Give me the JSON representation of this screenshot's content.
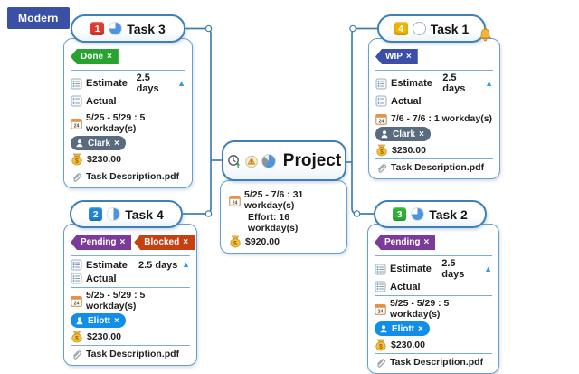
{
  "theme_badge": "Modern",
  "glyphs": {
    "close": "×",
    "collapse": "▲"
  },
  "colors": {
    "theme_badge_bg": "#3a50a5",
    "node_border": "#3f7fb6",
    "connector": "#3f7fb6",
    "pie_fill": "#4e94e0",
    "separator": "#79aed9"
  },
  "project": {
    "title": "Project",
    "icons": [
      "clock-status-icon",
      "cost-alert-icon",
      "progress-pie-icon"
    ],
    "date_range": "5/25 - 7/6 : 31 workday(s)",
    "effort": "Effort: 16 workday(s)",
    "cost": "$920.00"
  },
  "tasks": [
    {
      "title": "Task 3",
      "priority": "1",
      "priority_color": "#df3a2d",
      "progress_percent": 75,
      "tags": [
        {
          "label": "Done",
          "color": "#27a42f"
        }
      ],
      "estimate_label": "Estimate",
      "estimate_value": "2.5 days",
      "actual_label": "Actual",
      "dates": "5/25 - 5/29 : 5 workday(s)",
      "assignee": {
        "name": "Clark",
        "color": "#5a6b80"
      },
      "cost": "$230.00",
      "attachment": "Task Description.pdf"
    },
    {
      "title": "Task 1",
      "priority": "4",
      "priority_color": "#f0b400",
      "progress_percent": 0,
      "reminder_icon": "bell",
      "tags": [
        {
          "label": "WIP",
          "color": "#3b4fa8"
        }
      ],
      "estimate_label": "Estimate",
      "estimate_value": "2.5 days",
      "actual_label": "Actual",
      "dates": "7/6 - 7/6 : 1 workday(s)",
      "assignee": {
        "name": "Clark",
        "color": "#5a6b80"
      },
      "cost": "$230.00",
      "attachment": "Task Description.pdf"
    },
    {
      "title": "Task 4",
      "priority": "2",
      "priority_color": "#1f86d8",
      "progress_percent": 50,
      "tags": [
        {
          "label": "Pending",
          "color": "#7c3b99"
        },
        {
          "label": "Blocked",
          "color": "#c64012"
        }
      ],
      "estimate_label": "Estimate",
      "estimate_value": "2.5 days",
      "actual_label": "Actual",
      "dates": "5/25 - 5/29 : 5 workday(s)",
      "assignee": {
        "name": "Eliott",
        "color": "#108ee9"
      },
      "cost": "$230.00",
      "attachment": "Task Description.pdf"
    },
    {
      "title": "Task 2",
      "priority": "3",
      "priority_color": "#2eb135",
      "progress_percent": 75,
      "tags": [
        {
          "label": "Pending",
          "color": "#7c3b99"
        }
      ],
      "estimate_label": "Estimate",
      "estimate_value": "2.5 days",
      "actual_label": "Actual",
      "dates": "5/25 - 5/29 : 5 workday(s)",
      "assignee": {
        "name": "Eliott",
        "color": "#108ee9"
      },
      "cost": "$230.00",
      "attachment": "Task Description.pdf"
    }
  ]
}
